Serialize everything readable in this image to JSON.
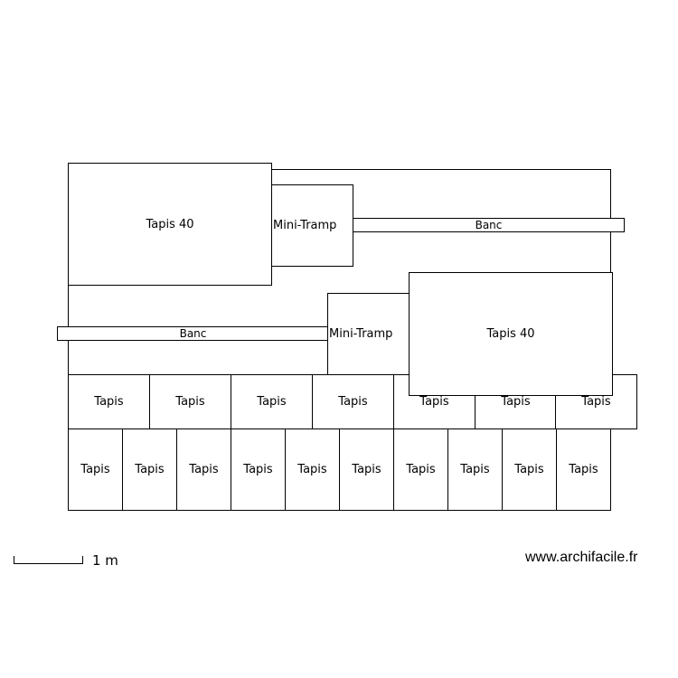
{
  "labels": {
    "tapis40": "Tapis 40",
    "mini_tramp": "Mini-Tramp",
    "banc": "Banc",
    "tapis": "Tapis"
  },
  "scale": {
    "label": "1 m"
  },
  "credit": "www.archifacile.fr"
}
